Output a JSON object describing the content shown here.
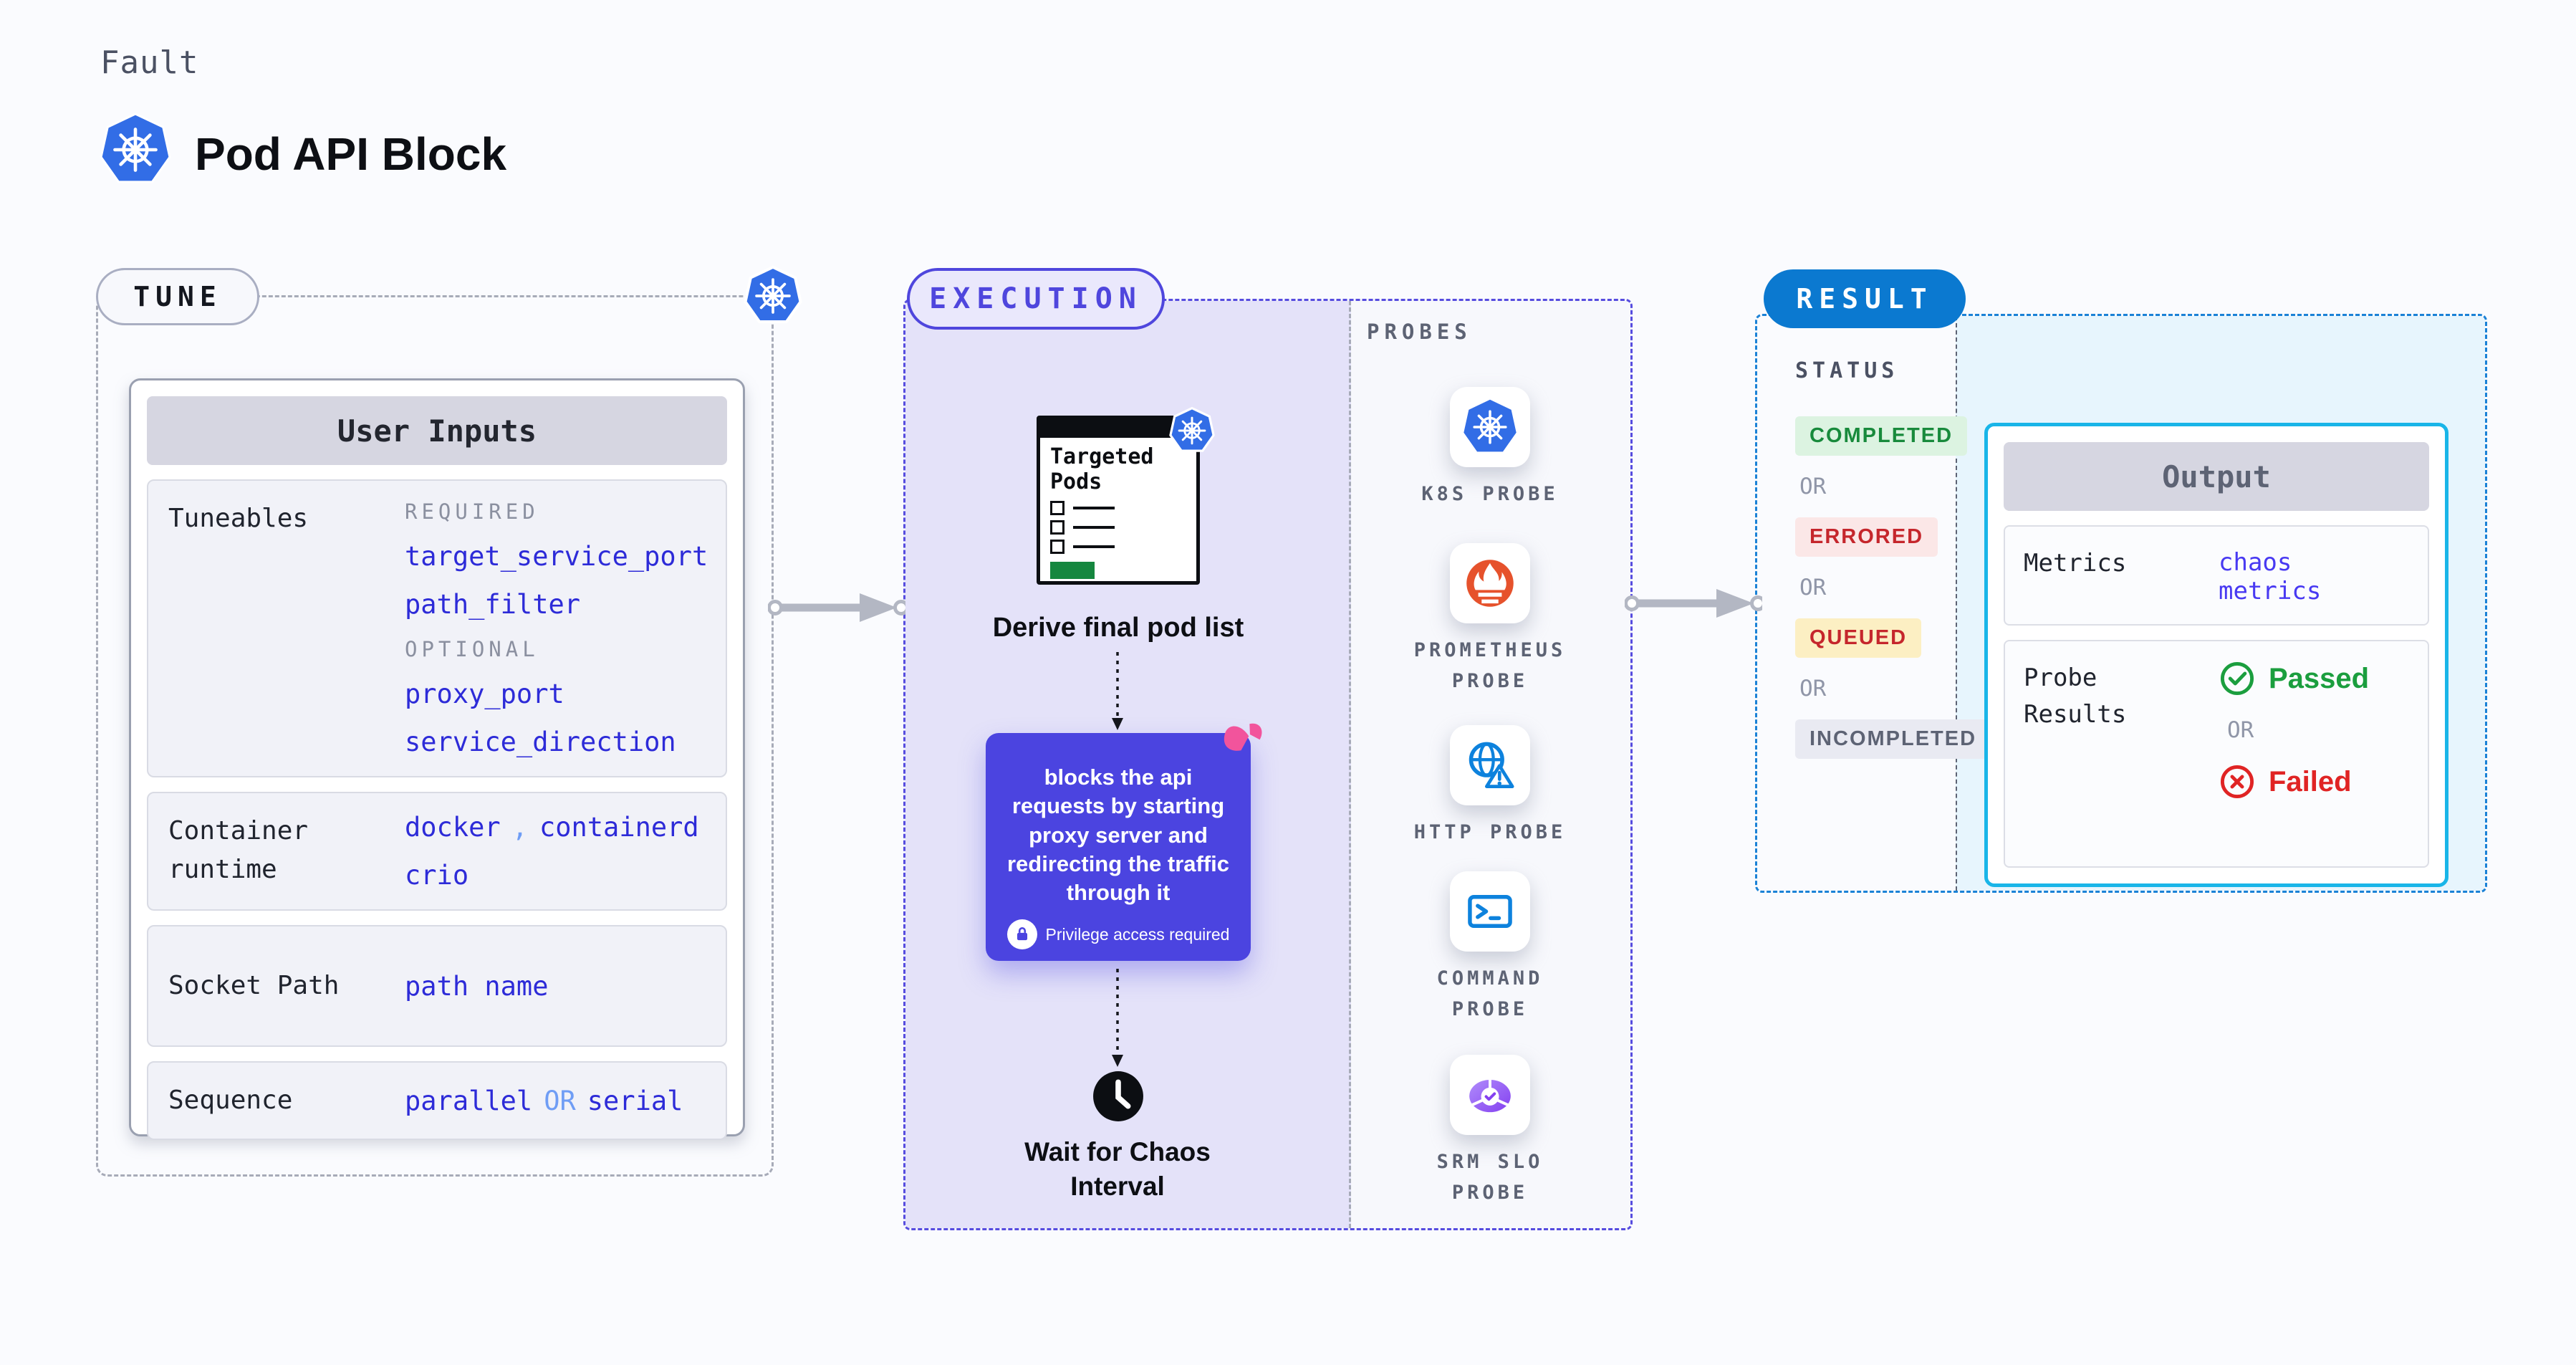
{
  "page": {
    "kicker": "Fault",
    "title": "Pod API Block"
  },
  "colors": {
    "kubernetes_blue": "#326de6",
    "indigo_accent": "#4f46dd",
    "execution_lavender": "#e4e2f9",
    "action_purple": "#4b44e0",
    "chaos_pink": "#f2549c",
    "result_blue": "#0b79d0",
    "output_cyan_border": "#19b5e8",
    "result_cyan_bg": "#e7f5fd",
    "param_blue": "#2d2bd8",
    "connector_light_blue": "#6f9df5",
    "success_green": "#1b9e3e",
    "error_red": "#c5262c",
    "queued_bg": "#fcefc3",
    "neutral_gray": "#5d6374",
    "prometheus_orange": "#e6522c",
    "http_blue": "#0d82dd",
    "slo_purple": "#8440f0"
  },
  "tune": {
    "badge": "TUNE",
    "user_inputs_header": "User Inputs",
    "tuneables": {
      "label": "Tuneables",
      "required_label": "REQUIRED",
      "required": [
        "target_service_port",
        "path_filter"
      ],
      "optional_label": "OPTIONAL",
      "optional": [
        "proxy_port",
        "service_direction"
      ]
    },
    "container_runtime": {
      "label": "Container runtime",
      "value_1": "docker",
      "comma": ",",
      "value_2": "containerd",
      "value_3": "crio"
    },
    "socket_path": {
      "label": "Socket Path",
      "value": "path name"
    },
    "sequence": {
      "label": "Sequence",
      "value_1": "parallel",
      "or": "OR",
      "value_2": "serial"
    }
  },
  "execution": {
    "badge": "EXECUTION",
    "targeted_pods_title": "Targeted Pods",
    "derive_label": "Derive final pod list",
    "action_text": "blocks the api requests by starting proxy server and redirecting the traffic through it",
    "privilege_note": "Privilege access required",
    "wait_label": "Wait for Chaos Interval"
  },
  "probes": {
    "heading": "PROBES",
    "items": [
      {
        "label": "K8S PROBE",
        "icon": "kubernetes-icon"
      },
      {
        "label": "PROMETHEUS PROBE",
        "icon": "prometheus-icon"
      },
      {
        "label": "HTTP PROBE",
        "icon": "http-globe-icon"
      },
      {
        "label": "COMMAND PROBE",
        "icon": "terminal-icon"
      },
      {
        "label": "SRM SLO PROBE",
        "icon": "slo-pie-icon"
      }
    ]
  },
  "result": {
    "badge": "RESULT",
    "status_heading": "STATUS",
    "or_label": "OR",
    "statuses": [
      {
        "label": "COMPLETED",
        "type": "success"
      },
      {
        "label": "ERRORED",
        "type": "error"
      },
      {
        "label": "QUEUED",
        "type": "queued"
      },
      {
        "label": "INCOMPLETED",
        "type": "neutral"
      }
    ],
    "output": {
      "header": "Output",
      "metrics_label": "Metrics",
      "metrics_value": "chaos metrics",
      "probe_results_label": "Probe Results",
      "passed_label": "Passed",
      "or_label": "OR",
      "failed_label": "Failed"
    }
  }
}
